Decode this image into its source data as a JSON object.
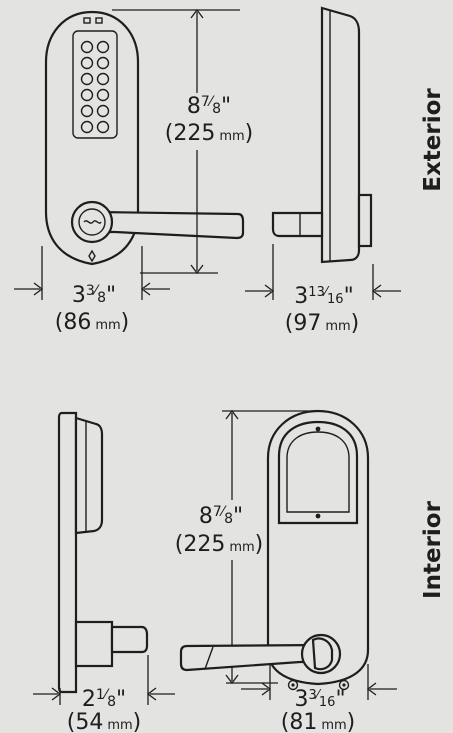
{
  "colors": {
    "background": "#e3e3e1",
    "line": "#1e1e1e"
  },
  "exterior": {
    "label": "Exterior",
    "height": {
      "whole": "8",
      "num": "7",
      "den": "8",
      "inch": "\"",
      "open": "(",
      "mm": "225",
      "unit": "mm",
      "close": ")"
    },
    "width_front": {
      "whole": "3",
      "num": "3",
      "den": "8",
      "inch": "\"",
      "open": "(",
      "mm": "86",
      "unit": "mm",
      "close": ")"
    },
    "depth": {
      "whole": "3",
      "num": "13",
      "den": "16",
      "inch": "\"",
      "open": "(",
      "mm": "97",
      "unit": "mm",
      "close": ")"
    }
  },
  "interior": {
    "label": "Interior",
    "height": {
      "whole": "8",
      "num": "7",
      "den": "8",
      "inch": "\"",
      "open": "(",
      "mm": "225",
      "unit": "mm",
      "close": ")"
    },
    "depth": {
      "whole": "2",
      "num": "1",
      "den": "8",
      "inch": "\"",
      "open": "(",
      "mm": "54",
      "unit": "mm",
      "close": ")"
    },
    "width_front": {
      "whole": "3",
      "num": "3",
      "den": "16",
      "inch": "\"",
      "open": "(",
      "mm": "81",
      "unit": "mm",
      "close": ")"
    }
  }
}
